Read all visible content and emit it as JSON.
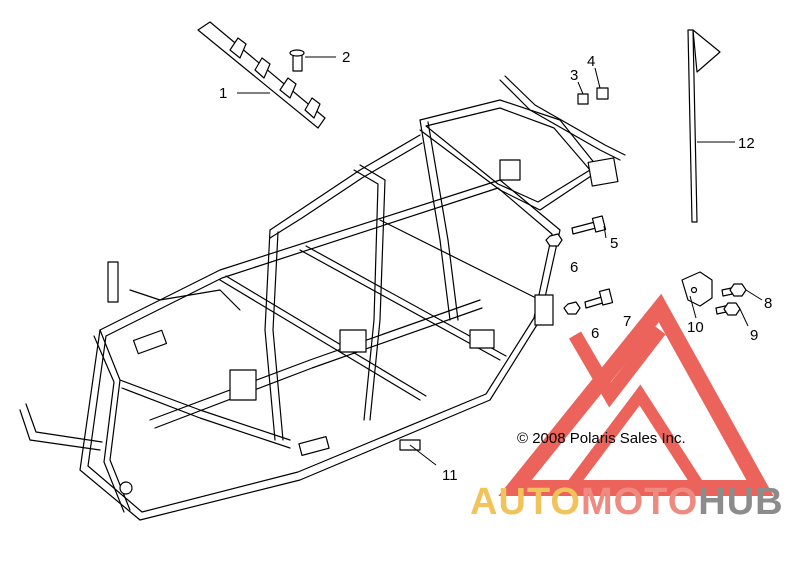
{
  "callouts": [
    {
      "id": "c1",
      "label": "1"
    },
    {
      "id": "c2",
      "label": "2"
    },
    {
      "id": "c3",
      "label": "3"
    },
    {
      "id": "c4",
      "label": "4"
    },
    {
      "id": "c5",
      "label": "5"
    },
    {
      "id": "c6a",
      "label": "6"
    },
    {
      "id": "c6b",
      "label": "6"
    },
    {
      "id": "c7",
      "label": "7"
    },
    {
      "id": "c8",
      "label": "8"
    },
    {
      "id": "c9",
      "label": "9"
    },
    {
      "id": "c10",
      "label": "10"
    },
    {
      "id": "c11",
      "label": "11"
    },
    {
      "id": "c12",
      "label": "12"
    }
  ],
  "copyright": "© 2008 Polaris Sales Inc.",
  "watermark": {
    "part1": "AUTO",
    "part2": "MOTO",
    "part3": "HUB",
    "colors": {
      "auto": "#f2c35a",
      "moto": "#ef8a80",
      "hub": "#8c8c8c",
      "triangle": "#e8483f"
    }
  }
}
